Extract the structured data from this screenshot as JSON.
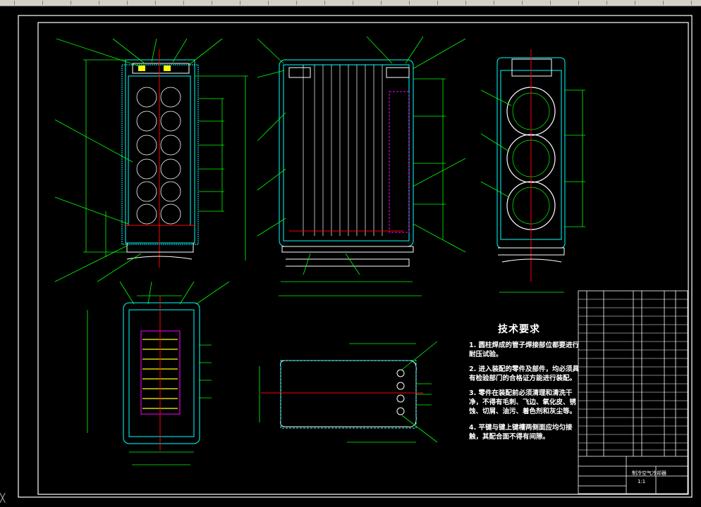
{
  "window": {
    "background": "#000000",
    "frame_color": "#ffffff",
    "accent_cyan": "#00ffff",
    "accent_green": "#00ff00",
    "center_red": "#ff0000"
  },
  "requirements": {
    "title": "技术要求",
    "lines": [
      "1. 圆柱焊成的管子焊接部位都要进行",
      "   耐压试验。",
      "2. 进入装配的零件及部件，均必须具",
      "   有检验部门的合格证方能进行装配。",
      "3. 零件在装配前必须清理和清洗干",
      "   净，不得有毛刺、飞边、氧化皮、锈",
      "   蚀、切屑、油污、着色剂和灰尘等。",
      "4. 平键与键上键槽两侧面应均匀接",
      "   触，其配合面不得有间隙。"
    ]
  },
  "title_block": {
    "name": "制冷空气冷却器",
    "scale": "1:1"
  },
  "cursor_glyph": "╳"
}
